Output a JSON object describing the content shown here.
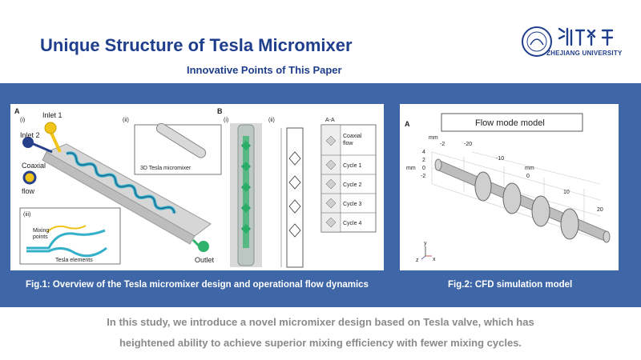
{
  "header": {
    "title": "Unique Structure of Tesla Micromixer",
    "subtitle": "Innovative Points of This Paper"
  },
  "logo": {
    "university_name": "ZHEJIANG UNIVERSITY"
  },
  "figure1": {
    "caption": "Fig.1: Overview of the Tesla micromixer design and operational flow dynamics",
    "panel_a": "A",
    "panel_b": "B",
    "sub_i": "(i)",
    "sub_ii": "(ii)",
    "sub_iii": "(iii)",
    "inlet1": "Inlet 1",
    "inlet2": "Inlet 2",
    "coaxial1": "Coaxial",
    "coaxial2": "flow",
    "outlet": "Outlet",
    "mixer3d": "3D Tesla micromixer",
    "mixing1": "Mixing",
    "mixing2": "points",
    "elements": "Tesla elements",
    "aa": "A-A",
    "table_coaxial1": "Coaxial",
    "table_coaxial2": "flow",
    "cycles": [
      "Cycle 1",
      "Cycle 2",
      "Cycle 3",
      "Cycle 4"
    ],
    "colors": {
      "inlet1": "#f0c419",
      "inlet2": "#27408b",
      "outlet": "#2db36b",
      "flow": "#34b0c8"
    }
  },
  "figure2": {
    "caption": "Fig.2: CFD simulation model",
    "panel_a": "A",
    "title_box": "Flow mode model",
    "unit_mm": "mm",
    "ticks_y": [
      "4",
      "2",
      "0",
      "-2"
    ],
    "ticks_top": [
      "-2",
      "-20",
      "-10",
      "0",
      "10",
      "20"
    ],
    "axis_y": "y",
    "axis_z": "z",
    "axis_x": "x"
  },
  "body": {
    "line1": "In this study, we introduce a novel micromixer design based on Tesla valve, which has",
    "line2": "heightened ability to achieve superior mixing efficiency with fewer mixing cycles."
  }
}
